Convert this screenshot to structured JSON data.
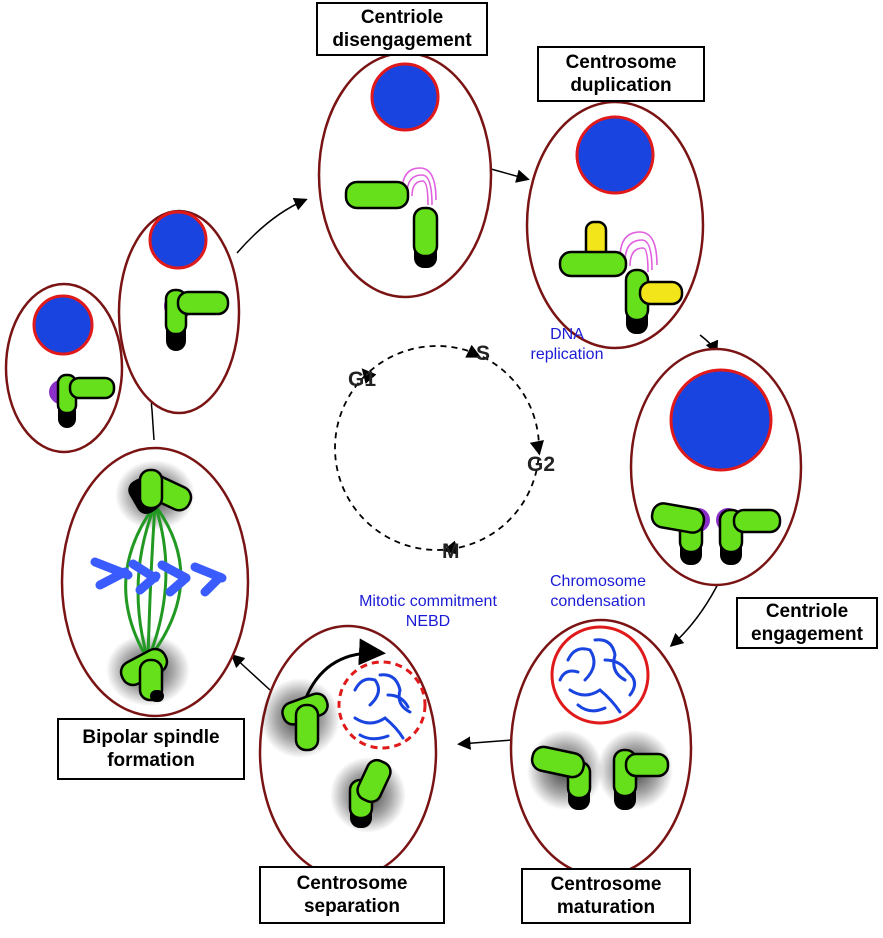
{
  "stages": {
    "centriole_disengagement": "Centriole\ndisengagement",
    "centrosome_duplication": "Centrosome\nduplication",
    "centriole_engagement": "Centriole\nengagement",
    "centrosome_maturation": "Centrosome\nmaturation",
    "centrosome_separation": "Centrosome\nseparation",
    "bipolar_spindle_formation": "Bipolar spindle\nformation"
  },
  "annotations": {
    "dna_replication": "DNA\nreplication",
    "chromosome_condensation": "Chromosome\ncondensation",
    "mitotic_commitment": "Mitotic commitment\nNEBD"
  },
  "phases": {
    "g1": "G1",
    "s": "S",
    "g2": "G2",
    "m": "M"
  },
  "colors": {
    "cell_outline": "#7a1414",
    "nucleus": "#1a44e0",
    "nuclear_envelope": "#e01a1a",
    "centriole": "#66e01a",
    "new_centriole": "#f2e61a",
    "pcm": "#8a2fc8",
    "microtubule": "#229922",
    "annotation_text": "#1b1bd6"
  }
}
